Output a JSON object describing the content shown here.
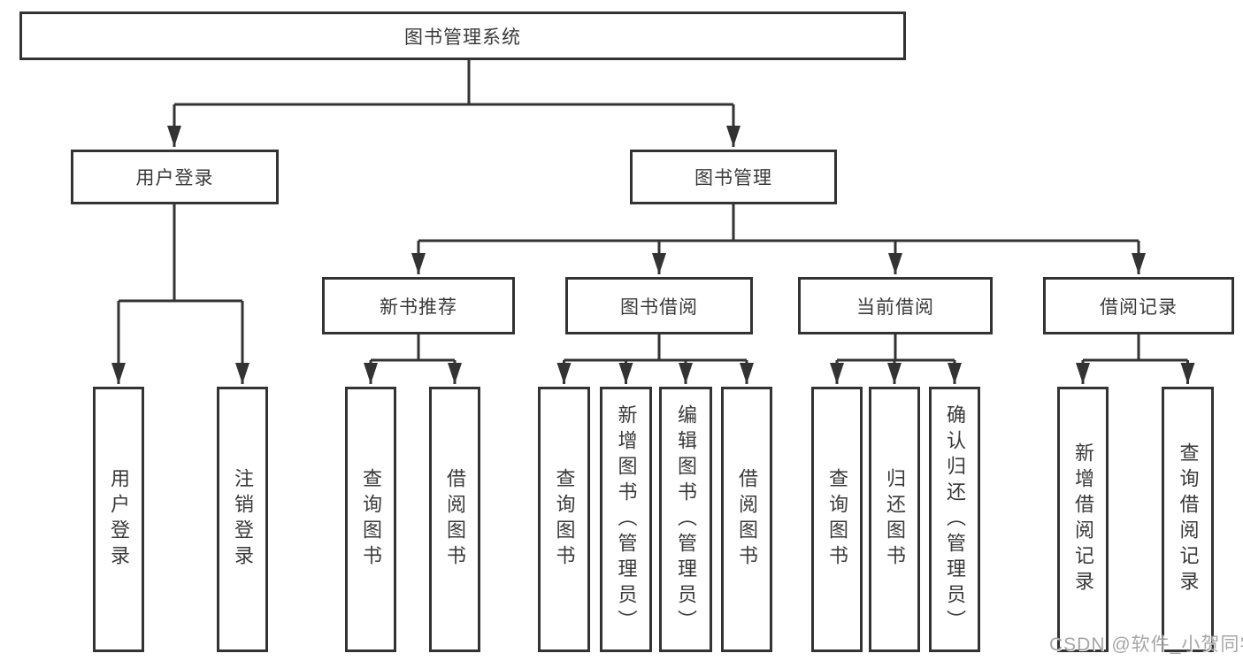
{
  "diagram": {
    "root": {
      "label": "图书管理系统"
    },
    "level2": [
      {
        "label": "用户登录",
        "children": [
          {
            "label": "用户登录"
          },
          {
            "label": "注销登录"
          }
        ]
      },
      {
        "label": "图书管理",
        "children": [
          {
            "label": "新书推荐",
            "children": [
              {
                "label": "查询图书"
              },
              {
                "label": "借阅图书"
              }
            ]
          },
          {
            "label": "图书借阅",
            "children": [
              {
                "label": "查询图书"
              },
              {
                "label": "新增图书（管理员）"
              },
              {
                "label": "编辑图书（管理员）"
              },
              {
                "label": "借阅图书"
              }
            ]
          },
          {
            "label": "当前借阅",
            "children": [
              {
                "label": "查询图书"
              },
              {
                "label": "归还图书"
              },
              {
                "label": "确认归还（管理员）"
              }
            ]
          },
          {
            "label": "借阅记录",
            "children": [
              {
                "label": "新增借阅记录"
              },
              {
                "label": "查询借阅记录"
              }
            ]
          }
        ]
      }
    ]
  },
  "watermark": {
    "text": "CSDN @软件_小贺同学",
    "color": "#9e9e9e"
  },
  "colors": {
    "line": "#333333",
    "text": "#3a3a3a",
    "background": "#ffffff"
  }
}
